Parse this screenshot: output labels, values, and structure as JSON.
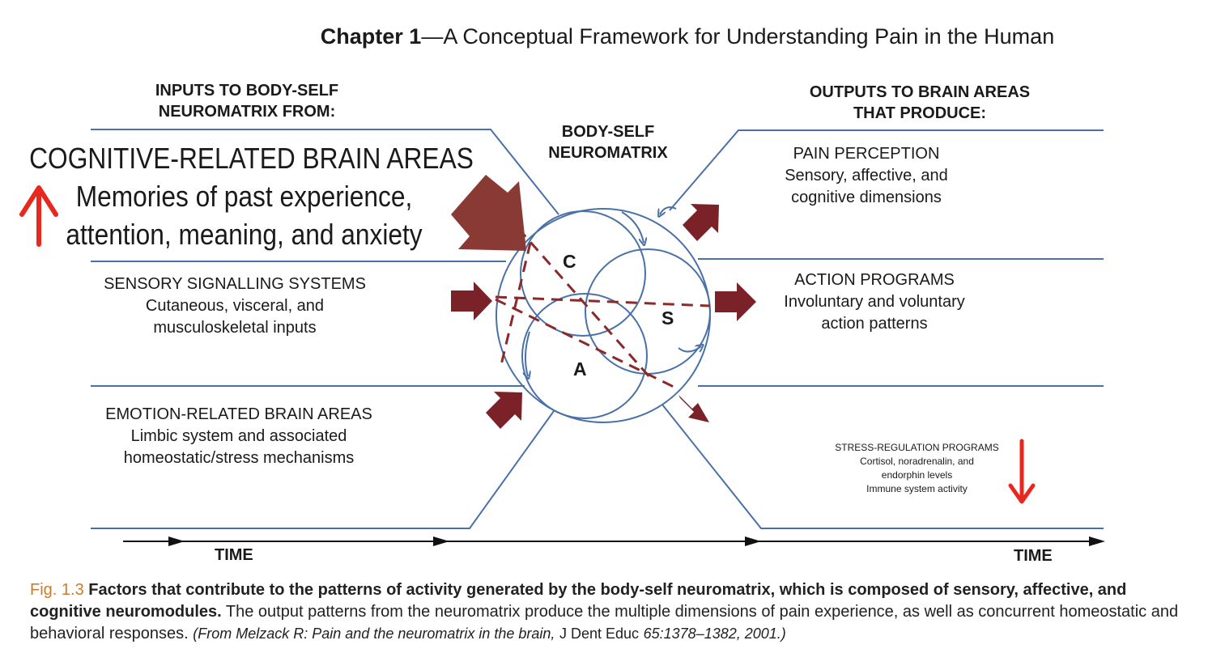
{
  "chapter": {
    "bold": "Chapter 1",
    "rest": "—A Conceptual Framework for Understanding Pain in the Human"
  },
  "inputs_header": {
    "line1": "INPUTS TO BODY-SELF",
    "line2": "NEUROMATRIX FROM:"
  },
  "outputs_header": {
    "line1": "OUTPUTS TO BRAIN AREAS",
    "line2": "THAT PRODUCE:"
  },
  "center_title": {
    "line1": "BODY-SELF",
    "line2": "NEUROMATRIX"
  },
  "cognitive": {
    "title": "COGNITIVE-RELATED BRAIN AREAS",
    "line1": "Memories of past experience,",
    "line2": "attention, meaning, and anxiety"
  },
  "sensory": {
    "title": "SENSORY SIGNALLING SYSTEMS",
    "line1": "Cutaneous, visceral, and",
    "line2": "musculoskeletal inputs"
  },
  "emotion": {
    "title": "EMOTION-RELATED BRAIN AREAS",
    "line1": "Limbic system and associated",
    "line2": "homeostatic/stress mechanisms"
  },
  "pain": {
    "title": "PAIN PERCEPTION",
    "line1": "Sensory, affective, and",
    "line2": "cognitive dimensions"
  },
  "action": {
    "title": "ACTION PROGRAMS",
    "line1": "Involuntary and voluntary",
    "line2": "action patterns"
  },
  "stress": {
    "title": "STRESS-REGULATION PROGRAMS",
    "line1": "Cortisol, noradrenalin, and",
    "line2": "endorphin levels",
    "line3": "Immune system activity"
  },
  "letters": {
    "c": "C",
    "s": "S",
    "a": "A"
  },
  "time_labels": {
    "left": "TIME",
    "right": "TIME"
  },
  "caption": {
    "fig": "Fig. 1.3",
    "lead": "Factors that contribute to the patterns of activity generated by the body-self neuromatrix, which is composed of sensory, affective, and cognitive neuromodules.",
    "body": "The output patterns from the neuromatrix produce the multiple dimensions of pain experience, as well as concurrent homeostatic and behavioral responses.",
    "cite": "(From Melzack R: Pain and the neuromatrix in the brain,",
    "cite_journal": "J Dent Educ",
    "cite_ref": "65:1378–1382, 2001.)"
  },
  "colors": {
    "line_blue": "#4a70a8",
    "arrow_maroon": "#7b2228",
    "arrow_big": "#8a3a34",
    "annotation_red": "#e8281e",
    "caption_orange": "#d07a28"
  }
}
